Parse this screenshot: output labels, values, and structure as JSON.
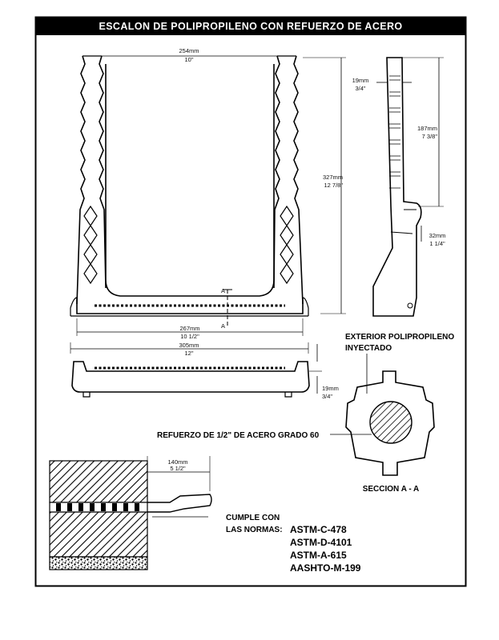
{
  "title": "ESCALON DE POLIPROPILENO CON REFUERZO DE ACERO",
  "front_view": {
    "inner_width_mm": "254mm",
    "inner_width_in": "10\"",
    "tread_width_mm": "267mm",
    "tread_width_in": "10 1/2\"",
    "outer_width_mm": "305mm",
    "outer_width_in": "12\"",
    "height_mm": "327mm",
    "height_in": "12 7/8\"",
    "section_mark_top": "A",
    "section_mark_bottom": "A"
  },
  "side_view": {
    "thickness_mm": "19mm",
    "thickness_in": "3/4\"",
    "embed_mm": "187mm",
    "embed_in": "7 3/8\"",
    "step_mm": "32mm",
    "step_in": "1 1/4\""
  },
  "bottom_view": {
    "depth_mm": "19mm",
    "depth_in": "3/4\""
  },
  "section": {
    "exterior_line1": "EXTERIOR POLIPROPILENO",
    "exterior_line2": "INYECTADO",
    "refuerzo": "REFUERZO DE 1/2\" DE ACERO GRADO 60",
    "caption": "SECCION A - A"
  },
  "install_view": {
    "projection_mm": "140mm",
    "projection_in": "5 1/2\""
  },
  "standards": {
    "line1": "CUMPLE CON",
    "line2": "LAS NORMAS:",
    "items": [
      "ASTM-C-478",
      "ASTM-D-4101",
      "ASTM-A-615",
      "AASHTO-M-199"
    ]
  }
}
